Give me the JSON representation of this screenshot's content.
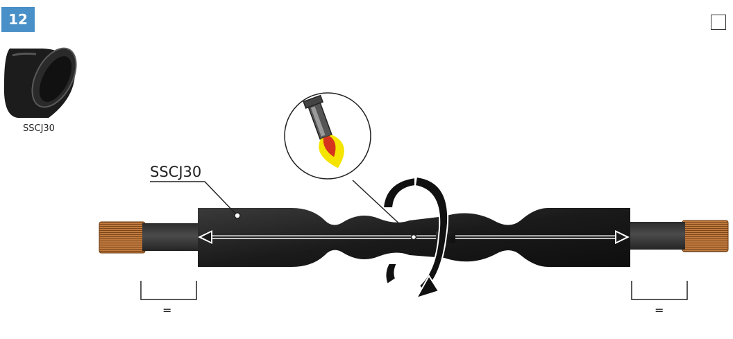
{
  "step": {
    "number": "12"
  },
  "thumbnail": {
    "label": "SSCJ30"
  },
  "callout": {
    "label": "SSCJ30"
  },
  "dimension": {
    "left_mark": "=",
    "right_mark": "="
  },
  "icons": {
    "product": "heat-shrink-tube-icon",
    "tool": "gas-torch-icon",
    "rotate": "rotate-arrow-icon",
    "checkbox": "checkbox-icon"
  },
  "colors": {
    "badge": "#4a90c8",
    "tube": "#1f1f1f",
    "cable": "#3a3a3a",
    "conductor": "#b8733a",
    "flame_outer": "#f5e400",
    "flame_inner": "#d6331f"
  }
}
